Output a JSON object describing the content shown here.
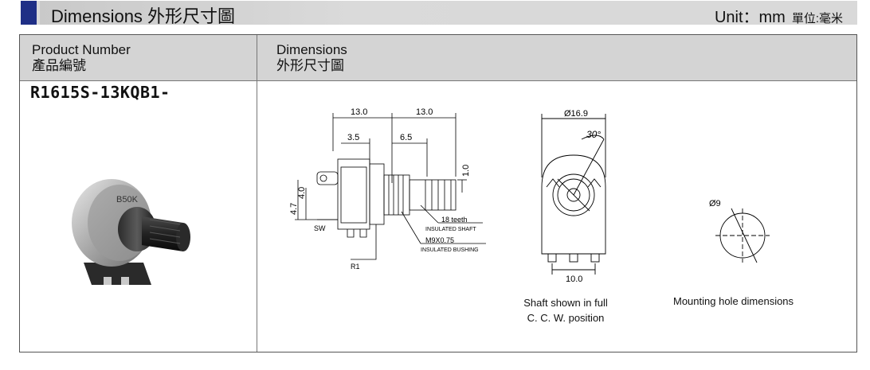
{
  "header": {
    "title": "Dimensions  外形尺寸圖",
    "unit": "Unit：mm",
    "unit_cn": "單位:毫米"
  },
  "table": {
    "col1_en": "Product Number",
    "col1_cn": "產品編號",
    "col2_en": "Dimensions",
    "col2_cn": "外形尺寸圖"
  },
  "product": {
    "number": "R1615S-13KQB1-",
    "knob_label": "B50K"
  },
  "drawing": {
    "dim_13_left": "13.0",
    "dim_13_right": "13.0",
    "dim_3_5": "3.5",
    "dim_6_5": "6.5",
    "dim_1_0": "1.0",
    "dim_4_7": "4.7",
    "dim_4_0": "4.0",
    "teeth": "18 teeth",
    "insulated_shaft": "INSULATED SHAFT",
    "thread": "M9X0.75",
    "insulated_bushing": "INSULATED BUSHING",
    "sw": "SW",
    "r1": "R1",
    "diameter": "Ø16.9",
    "angle": "30°",
    "dim_10": "10.0",
    "hole_diameter": "Ø9"
  },
  "captions": {
    "front_line1": "Shaft shown in full",
    "front_line2": "C. C. W. position",
    "hole": "Mounting hole dimensions"
  }
}
